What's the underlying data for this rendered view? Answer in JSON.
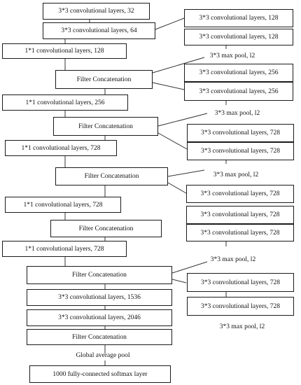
{
  "left_column": {
    "b1": "3*3 convolutional layers, 32",
    "b2": "3*3 convolutional layers, 64",
    "b3": "1*1 convolutional layers, 128",
    "b4": "Filter Concatenation",
    "b5": "1*1 convolutional layers, 256",
    "b6": "Filter Concatenation",
    "b7": "1*1 convolutional layers, 728",
    "b8": "Filter Concatenation",
    "b9": "1*1 convolutional layers, 728",
    "b10": "Filter Concatenation",
    "b11": "1*1 convolutional layers, 728",
    "b12": "Filter Concatenation",
    "b13": "3*3 convolutional layers, 1536",
    "b14": "3*3 convolutional layers, 2046",
    "b15": "Filter Concatenation",
    "gap_label": "Global average pool",
    "b16": "1000 fully-connected softmax layer"
  },
  "right_column": {
    "r1": "3*3 convolutional layers, 128",
    "r2": "3*3 convolutional layers, 128",
    "mp1": "3*3 max pool, l2",
    "r3": "3*3 convolutional layers, 256",
    "r4": "3*3 convolutional layers, 256",
    "mp2": "3*3 max pool, l2",
    "r5": "3*3 convolutional layers, 728",
    "r6": "3*3 convolutional layers, 728",
    "mp3": "3*3 max pool, l2",
    "r7": "3*3 convolutional layers, 728",
    "r8": "3*3 convolutional layers, 728",
    "r9": "3*3 convolutional layers, 728",
    "mp4": "3*3 max pool, l2",
    "r10": "3*3 convolutional layers, 728",
    "r11": "3*3 convolutional layers, 728",
    "mp5": "3*3 max pool, l2"
  }
}
